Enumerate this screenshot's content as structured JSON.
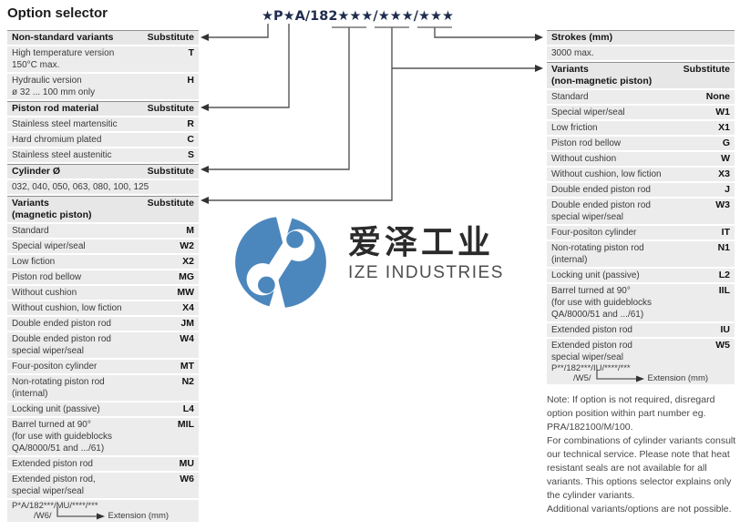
{
  "title": "Option selector",
  "part_number": "★P★A/182★★★/★★★/★★★",
  "colors": {
    "logo_blue": "#4b87bd",
    "row_bg": "#ececec",
    "header_bg": "#e7e7e7",
    "connector_line": "#555555",
    "part_number_color": "#1f2c4e"
  },
  "watermark": {
    "cn": "爱泽工业",
    "en": "IZE INDUSTRIES"
  },
  "left_table": {
    "sections": [
      {
        "header": {
          "label": "Non-standard variants",
          "substitute": "Substitute"
        },
        "rows": [
          {
            "label": "High temperature version\n150°C max.",
            "code": "T"
          },
          {
            "label": "Hydraulic version\nø 32 ... 100 mm only",
            "code": "H"
          }
        ]
      },
      {
        "header": {
          "label": "Piston rod material",
          "substitute": "Substitute"
        },
        "rows": [
          {
            "label": "Stainless steel martensitic",
            "code": "R"
          },
          {
            "label": "Hard chromium plated",
            "code": "C"
          },
          {
            "label": "Stainless steel austenitic",
            "code": "S"
          }
        ]
      },
      {
        "header": {
          "label": "Cylinder Ø",
          "substitute": "Substitute"
        },
        "rows": [
          {
            "label": "032, 040, 050, 063, 080, 100, 125",
            "code": ""
          }
        ]
      },
      {
        "header": {
          "label": "Variants\n(magnetic piston)",
          "substitute": "Substitute"
        },
        "rows": [
          {
            "label": "Standard",
            "code": "M"
          },
          {
            "label": "Special wiper/seal",
            "code": "W2"
          },
          {
            "label": "Low fiction",
            "code": "X2"
          },
          {
            "label": "Piston rod bellow",
            "code": "MG"
          },
          {
            "label": "Without cushion",
            "code": "MW"
          },
          {
            "label": "Without cushion, low fiction",
            "code": "X4"
          },
          {
            "label": "Double ended piston rod",
            "code": "JM"
          },
          {
            "label": "Double ended piston rod\nspecial wiper/seal",
            "code": "W4"
          },
          {
            "label": "Four-positon cylinder",
            "code": "MT"
          },
          {
            "label": "Non-rotating piston rod\n(internal)",
            "code": "N2"
          },
          {
            "label": "Locking unit (passive)",
            "code": "L4"
          },
          {
            "label": "Barrel turned at 90°\n(for use with guideblocks\nQA/8000/51 and .../61)",
            "code": "MIL"
          },
          {
            "label": "Extended piston rod",
            "code": "MU"
          },
          {
            "label": "Extended piston rod,\nspecial wiper/seal",
            "code": "W6"
          },
          {
            "formula": {
              "line1": "P*A/182***/MU/****/***",
              "line2": "/W6/",
              "arrow_label": "Extension (mm)"
            }
          }
        ]
      }
    ]
  },
  "right_table": {
    "sections": [
      {
        "header": {
          "label": "Strokes (mm)",
          "substitute": ""
        },
        "rows": [
          {
            "label": "3000 max.",
            "code": ""
          }
        ]
      },
      {
        "header": {
          "label": "Variants\n(non-magnetic piston)",
          "substitute": "Substitute"
        },
        "rows": [
          {
            "label": "Standard",
            "code": "None"
          },
          {
            "label": "Special wiper/seal",
            "code": "W1"
          },
          {
            "label": "Low friction",
            "code": "X1"
          },
          {
            "label": "Piston rod bellow",
            "code": "G"
          },
          {
            "label": "Without cushion",
            "code": "W"
          },
          {
            "label": "Without cushion, low fiction",
            "code": "X3"
          },
          {
            "label": "Double ended piston rod",
            "code": "J"
          },
          {
            "label": "Double ended piston rod\nspecial wiper/seal",
            "code": "W3"
          },
          {
            "label": "Four-positon cylinder",
            "code": "IT"
          },
          {
            "label": "Non-rotating piston rod\n(internal)",
            "code": "N1"
          },
          {
            "label": "Locking unit (passive)",
            "code": "L2"
          },
          {
            "label": "Barrel turned at 90°\n(for use with guideblocks\nQA/8000/51 and .../61)",
            "code": "IIL"
          },
          {
            "label": "Extended piston rod",
            "code": "IU"
          },
          {
            "label": "Extended piston rod\nspecial wiper/seal",
            "code": "W5",
            "formula": {
              "line1": "P**/182***/IU/****/***",
              "line2": "/W5/",
              "arrow_label": "Extension (mm)"
            }
          }
        ]
      }
    ]
  },
  "note": {
    "p1": "Note: If option is not required, disregard option position within part number eg. PRA/182100/M/100.",
    "p2": "For combinations of cylinder variants consult our technical service. Please note that heat resistant seals are not available for all variants. This options selector explains only the cylinder variants.",
    "p3": "Additional variants/options are not possible."
  }
}
